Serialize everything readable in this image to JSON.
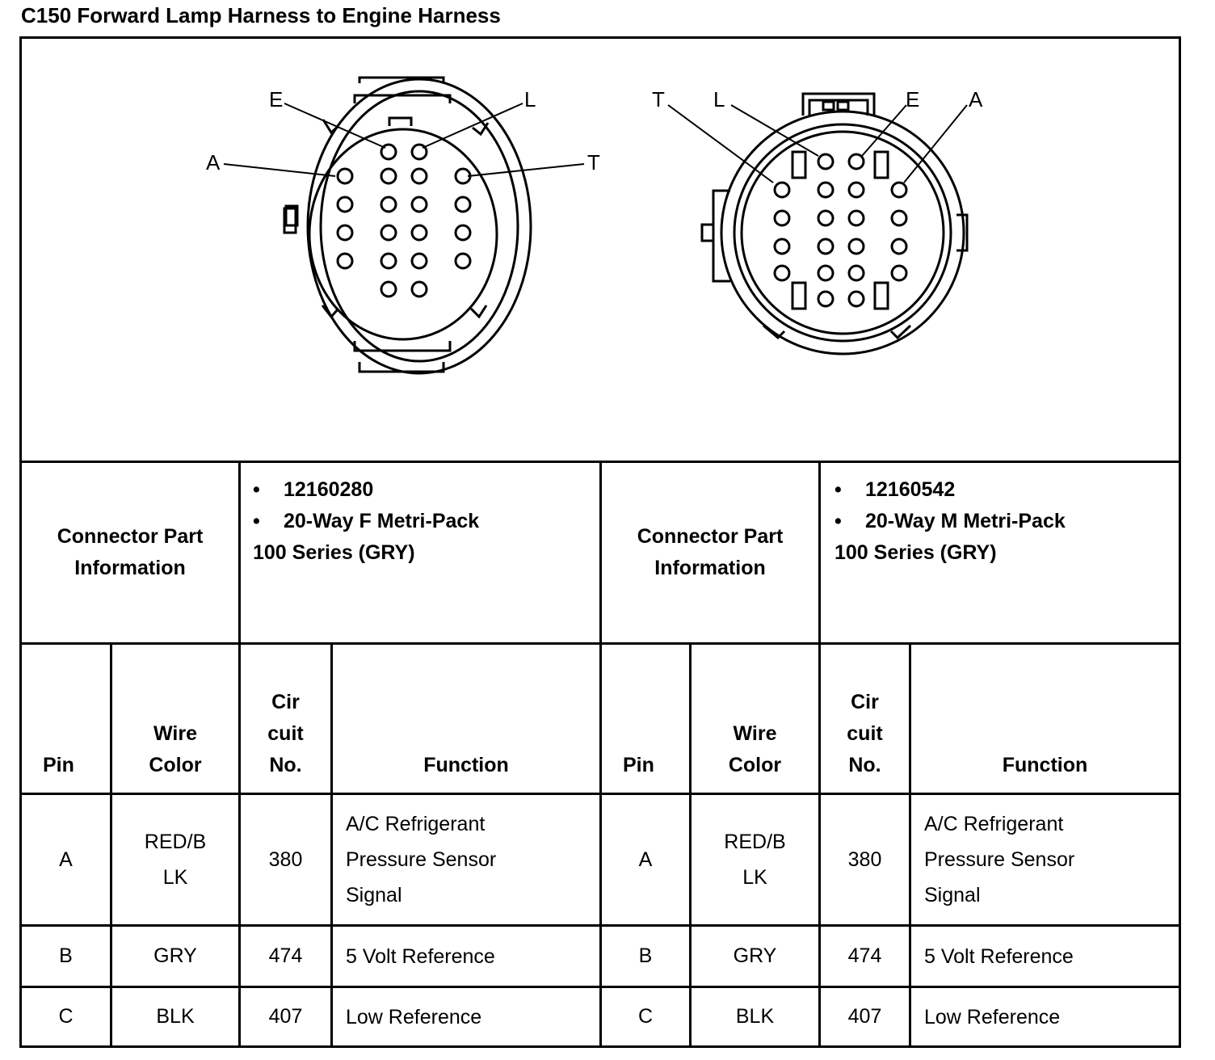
{
  "title": "C150 Forward Lamp Harness to Engine Harness",
  "diagram": {
    "left_connector_labels": [
      "E",
      "L",
      "A",
      "T"
    ],
    "right_connector_labels": [
      "T",
      "L",
      "E",
      "A"
    ]
  },
  "sections": [
    {
      "part_info_label_line1": "Connector Part",
      "part_info_label_line2": "Information",
      "part_number_bullet": "•",
      "part_number": "12160280",
      "description_bullet": "•",
      "description_line1": "20-Way F Metri-Pack",
      "description_line2": "100 Series (GRY)",
      "headers": {
        "pin": "Pin",
        "wire_color_line1": "Wire",
        "wire_color_line2": "Color",
        "circuit_line1": "Cir",
        "circuit_line2": "cuit",
        "circuit_line3": "No.",
        "function": "Function"
      },
      "rows": [
        {
          "pin": "A",
          "wire_color_line1": "RED/B",
          "wire_color_line2": "LK",
          "circuit": "380",
          "function_line1": "A/C Refrigerant",
          "function_line2": "Pressure Sensor",
          "function_line3": "Signal"
        },
        {
          "pin": "B",
          "wire_color": "GRY",
          "circuit": "474",
          "function": "5 Volt Reference"
        },
        {
          "pin": "C",
          "wire_color": "BLK",
          "circuit": "407",
          "function": "Low Reference"
        }
      ]
    },
    {
      "part_info_label_line1": "Connector Part",
      "part_info_label_line2": "Information",
      "part_number_bullet": "•",
      "part_number": "12160542",
      "description_bullet": "•",
      "description_line1": "20-Way M Metri-Pack",
      "description_line2": "100 Series (GRY)",
      "headers": {
        "pin": "Pin",
        "wire_color_line1": "Wire",
        "wire_color_line2": "Color",
        "circuit_line1": "Cir",
        "circuit_line2": "cuit",
        "circuit_line3": "No.",
        "function": "Function"
      },
      "rows": [
        {
          "pin": "A",
          "wire_color_line1": "RED/B",
          "wire_color_line2": "LK",
          "circuit": "380",
          "function_line1": "A/C Refrigerant",
          "function_line2": "Pressure Sensor",
          "function_line3": "Signal"
        },
        {
          "pin": "B",
          "wire_color": "GRY",
          "circuit": "474",
          "function": "5 Volt Reference"
        },
        {
          "pin": "C",
          "wire_color": "BLK",
          "circuit": "407",
          "function": "Low Reference"
        }
      ]
    }
  ]
}
